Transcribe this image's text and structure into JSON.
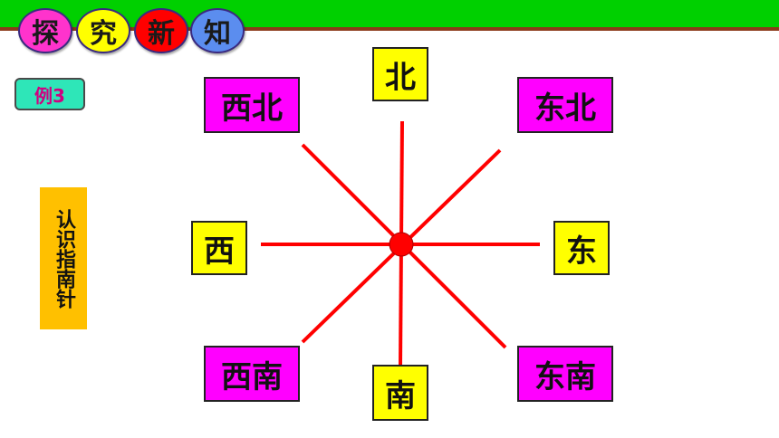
{
  "header": {
    "bubbles": [
      {
        "text": "探",
        "color": "#ff33cc"
      },
      {
        "text": "究",
        "color": "#ffff00"
      },
      {
        "text": "新",
        "color": "#ff0000"
      },
      {
        "text": "知",
        "color": "#5b8def"
      }
    ]
  },
  "example_label": "例3",
  "side_label": "认识指南针",
  "directions": {
    "north": "北",
    "south": "南",
    "east": "东",
    "west": "西",
    "northeast": "东北",
    "northwest": "西北",
    "southeast": "东南",
    "southwest": "西南"
  },
  "colors": {
    "line": "#ff0000",
    "cardinal_box": "#ffff00",
    "intercardinal_box": "#ff00ff"
  }
}
